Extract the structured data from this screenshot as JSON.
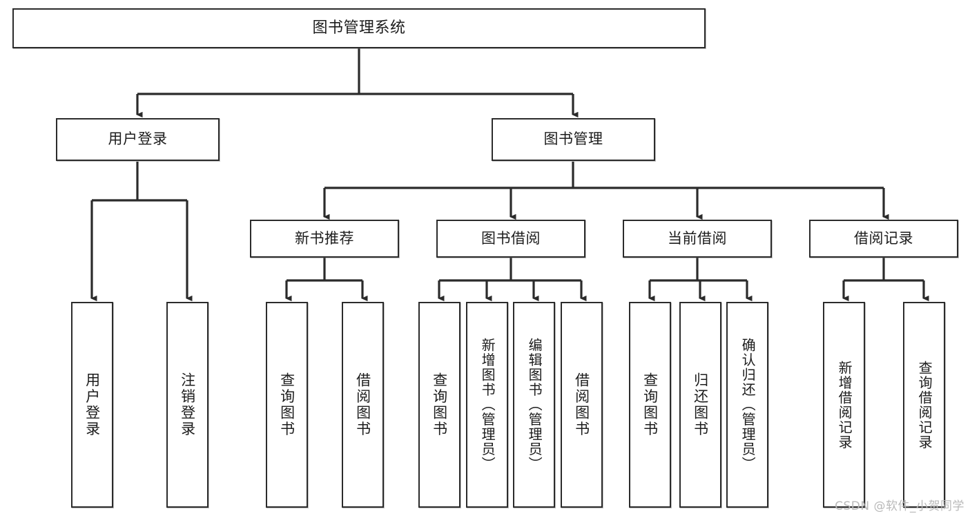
{
  "diagram": {
    "title": "图书管理系统",
    "type": "tree-hierarchy",
    "watermark": "CSDN @软件_小贺同学",
    "colors": {
      "box_border": "#2b2b2b",
      "box_fill": "#ffffff",
      "connector": "#2b2b2b",
      "text": "#1c1c1c",
      "watermark": "#b9b9b9"
    },
    "root": {
      "label": "图书管理系统",
      "orientation": "horizontal"
    },
    "level1": [
      {
        "label": "用户登录",
        "orientation": "horizontal"
      },
      {
        "label": "图书管理",
        "orientation": "horizontal"
      }
    ],
    "level2": [
      {
        "label": "新书推荐",
        "orientation": "horizontal",
        "parent": "图书管理"
      },
      {
        "label": "图书借阅",
        "orientation": "horizontal",
        "parent": "图书管理"
      },
      {
        "label": "当前借阅",
        "orientation": "horizontal",
        "parent": "图书管理"
      },
      {
        "label": "借阅记录",
        "orientation": "horizontal",
        "parent": "图书管理"
      }
    ],
    "leaves": {
      "user_login": [
        {
          "label": "用户登录",
          "orientation": "vertical"
        },
        {
          "label": "注销登录",
          "orientation": "vertical"
        }
      ],
      "new_book_recommend": [
        {
          "label": "查询图书",
          "orientation": "vertical"
        },
        {
          "label": "借阅图书",
          "orientation": "vertical"
        }
      ],
      "book_borrow": [
        {
          "label": "查询图书",
          "orientation": "vertical"
        },
        {
          "label": "新增图书（管理员）",
          "orientation": "vertical"
        },
        {
          "label": "编辑图书（管理员）",
          "orientation": "vertical"
        },
        {
          "label": "借阅图书",
          "orientation": "vertical"
        }
      ],
      "current_borrow": [
        {
          "label": "查询图书",
          "orientation": "vertical"
        },
        {
          "label": "归还图书",
          "orientation": "vertical"
        },
        {
          "label": "确认归还（管理员）",
          "orientation": "vertical"
        }
      ],
      "borrow_record": [
        {
          "label": "新增借阅记录",
          "orientation": "vertical"
        },
        {
          "label": "查询借阅记录",
          "orientation": "vertical"
        }
      ]
    }
  }
}
